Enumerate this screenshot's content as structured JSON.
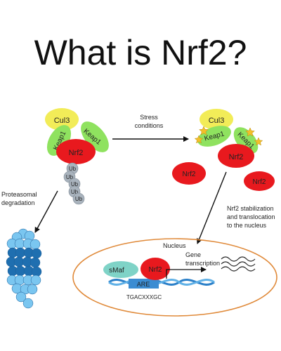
{
  "title": "What is Nrf2?",
  "left_complex": {
    "cul3": "Cul3",
    "keap1_left": "Keap1",
    "keap1_right": "Keap1",
    "nrf2": "Nrf2",
    "ubiquitin": [
      "Ub",
      "Ub",
      "Ub",
      "Ub",
      "Ub"
    ]
  },
  "right_complex": {
    "cul3": "Cul3",
    "keap1_left": "Keap1",
    "keap1_right": "Keap1",
    "nrf2": "Nrf2"
  },
  "free_nrf2": [
    "Nrf2",
    "Nrf2"
  ],
  "labels": {
    "stress": [
      "Stress",
      "conditions"
    ],
    "proteasomal": [
      "Proteasomal",
      "degradation"
    ],
    "stabilization": [
      "Nrf2 stabilization",
      "and translocation",
      "to the nucleus"
    ],
    "nucleus": "Nucleus",
    "gene_transcription": [
      "Gene",
      "transcription"
    ],
    "smaf": "sMaf",
    "nucleus_nrf2": "Nrf2",
    "are": "ARE",
    "sequence": "TGACXXXGC"
  },
  "colors": {
    "cul3": "#f2ec58",
    "keap1": "#8fe25f",
    "nrf2": "#e8191e",
    "ubiquitin": "#a9b3bd",
    "proteasome_light": "#7ac6f0",
    "proteasome_dark": "#1f6fb0",
    "nucleus_border": "#e08a3a",
    "smaf": "#7fd3c7",
    "dna": "#2a7fc8",
    "are_box": "#3b8cd2"
  },
  "icons": [
    "arrow-icon",
    "star-icon",
    "proteasome-icon",
    "dna-helix-icon",
    "mrna-wave-icon"
  ]
}
